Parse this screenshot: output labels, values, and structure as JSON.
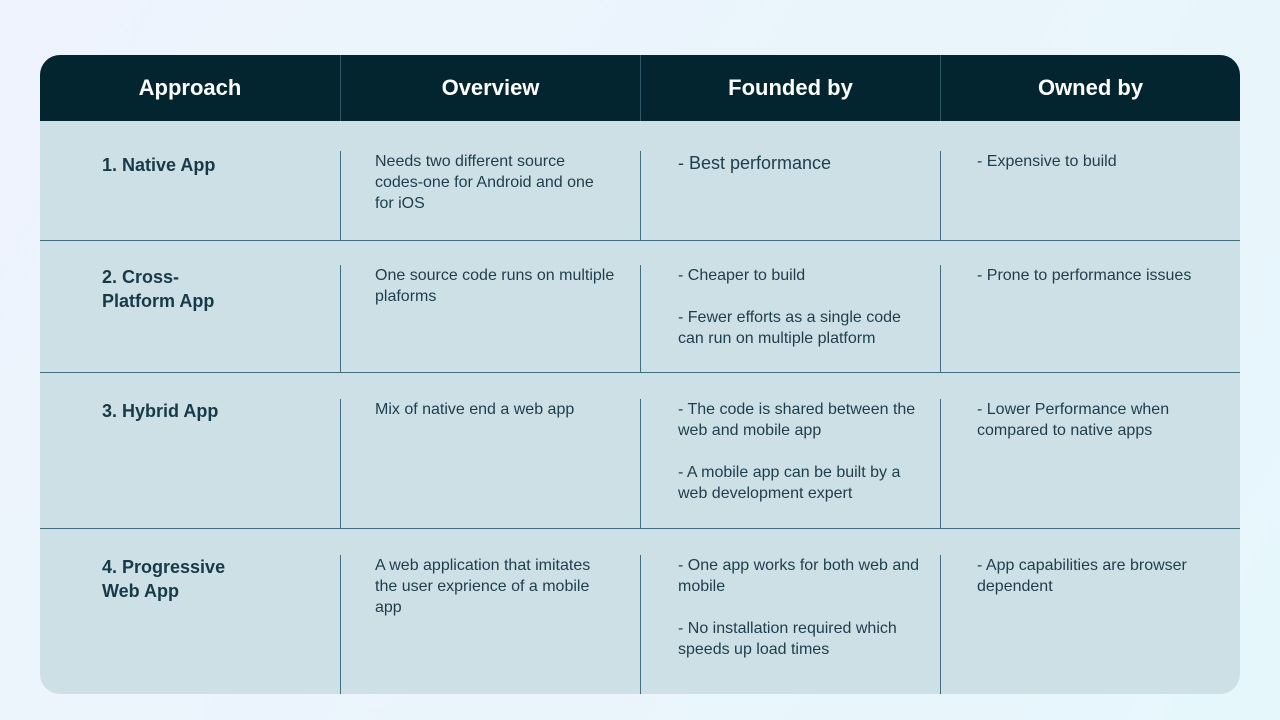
{
  "header": [
    "Approach",
    "Overview",
    "Founded by",
    "Owned by"
  ],
  "rows": [
    {
      "approach": "1. Native App",
      "overview": "Needs two different source codes-one for Android and one for iOS",
      "founded": [
        "- Best performance"
      ],
      "owned": [
        "- Expensive to build"
      ]
    },
    {
      "approach": "2. Cross-Platform App",
      "overview": "One source code runs on multiple plaforms",
      "founded": [
        "- Cheaper to build",
        "- Fewer efforts as a single code can run on multiple platform"
      ],
      "owned": [
        "- Prone to performance issues"
      ]
    },
    {
      "approach": "3. Hybrid App",
      "overview": "Mix of native end a web app",
      "founded": [
        "- The code is shared between the web and mobile app",
        "- A mobile app can be built by a web development expert"
      ],
      "owned": [
        "- Lower Performance when compared to native apps"
      ]
    },
    {
      "approach": "4. Progressive Web App",
      "overview": "A web application that imitates the user exprience of a mobile app",
      "founded": [
        "- One app works for both web and mobile",
        "- No installation required which speeds up load times"
      ],
      "owned": [
        "- App capabilities are browser dependent"
      ]
    }
  ]
}
